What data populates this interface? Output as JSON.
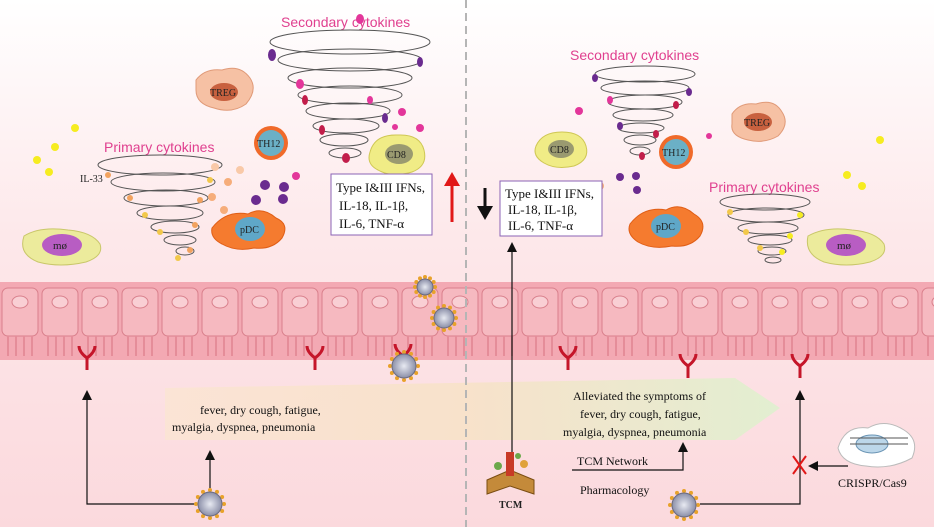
{
  "left": {
    "secondary_label": "Secondary cytokines",
    "primary_label": "Primary cytokines",
    "il33_label": "IL-33",
    "cytokine_box": [
      "Type I&III IFNs,",
      "IL-18,  IL-1β,",
      "IL-6,  TNF-α"
    ],
    "cells": {
      "treg": "TREG",
      "th12": "TH12",
      "cd8": "CD8",
      "pdc": "pDC",
      "macrophage": "mø"
    },
    "symptoms": [
      "fever,  dry cough,  fatigue,",
      "myalgia,  dyspnea,  pneumonia"
    ]
  },
  "right": {
    "secondary_label": "Secondary cytokines",
    "primary_label": "Primary cytokines",
    "cytokine_box": [
      "Type I&III IFNs,",
      "IL-18,  IL-1β,",
      "IL-6,  TNF-α"
    ],
    "cells": {
      "treg": "TREG",
      "th12": "TH12",
      "cd8": "CD8",
      "pdc": "pDC",
      "macrophage": "mø"
    },
    "symptoms": [
      "Alleviated  the symptoms of",
      "fever,  dry cough,  fatigue,",
      "myalgia,  dyspnea,  pneumonia"
    ],
    "tcm_label": "TCM",
    "network_label": "TCM Network",
    "pharmacology_label": "Pharmacology",
    "crispr_label": "CRISPR/Cas9"
  },
  "colors": {
    "up_arrow": "#e11818",
    "down_arrow": "#111111",
    "pink_text": "#e0408f",
    "box_border": "#8b63b5"
  }
}
